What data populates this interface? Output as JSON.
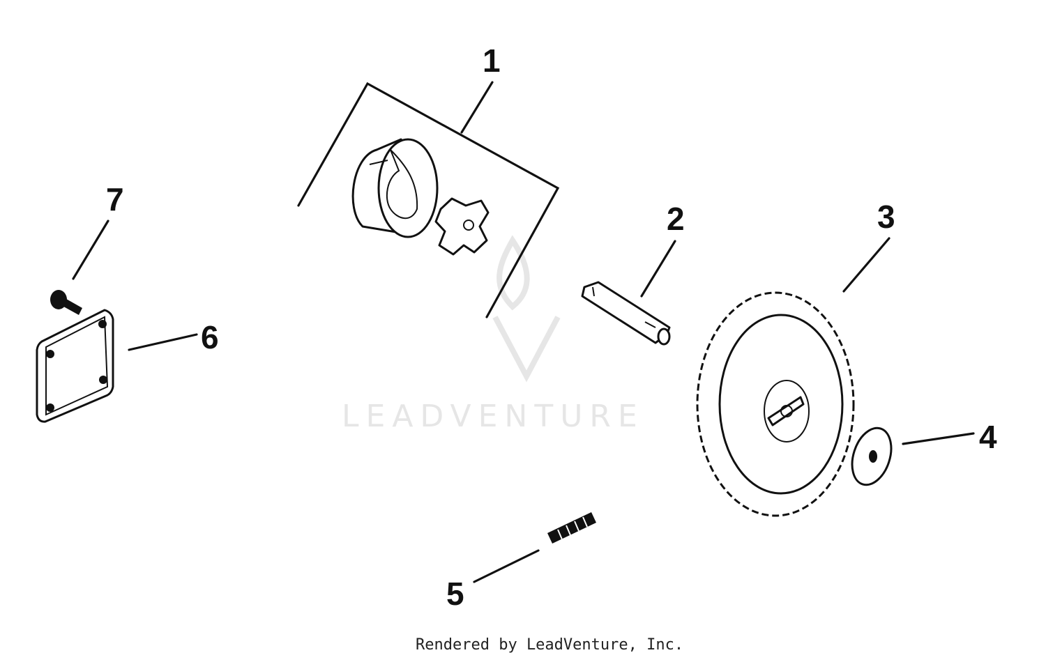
{
  "callouts": {
    "c1": "1",
    "c2": "2",
    "c3": "3",
    "c4": "4",
    "c5": "5",
    "c6": "6",
    "c7": "7"
  },
  "watermark": {
    "text": "LEADVENTURE",
    "color": "#e6e6e6"
  },
  "credit": "Rendered by LeadVenture, Inc.",
  "icons": {
    "watermark_logo": "leadventure-flame-logo-icon"
  }
}
